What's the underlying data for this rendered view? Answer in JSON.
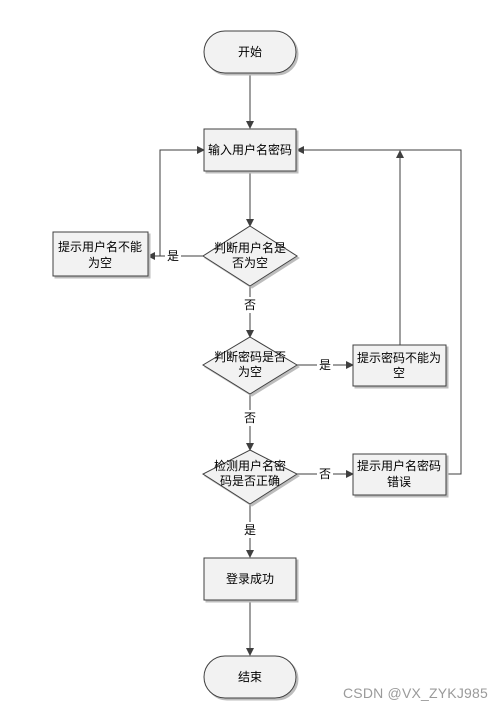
{
  "nodes": {
    "start": {
      "lines": [
        "开始"
      ]
    },
    "input": {
      "lines": [
        "输入用户名密码"
      ]
    },
    "check_user_empty": {
      "lines": [
        "判断用户名是",
        "否为空"
      ]
    },
    "prompt_user_empty": {
      "lines": [
        "提示用户名不能",
        "为空"
      ]
    },
    "check_pwd_empty": {
      "lines": [
        "判断密码是否",
        "为空"
      ]
    },
    "prompt_pwd_empty": {
      "lines": [
        "提示密码不能为",
        "空"
      ]
    },
    "check_correct": {
      "lines": [
        "检测用户名密",
        "码是否正确"
      ]
    },
    "prompt_wrong": {
      "lines": [
        "提示用户名密码",
        "错误"
      ]
    },
    "login_success": {
      "lines": [
        "登录成功"
      ]
    },
    "end": {
      "lines": [
        "结束"
      ]
    }
  },
  "edge_labels": {
    "user_empty_yes": "是",
    "user_empty_no": "否",
    "pwd_empty_yes": "是",
    "pwd_empty_no": "否",
    "correct_no": "否",
    "correct_yes": "是"
  },
  "colors": {
    "node_fill": "#f2f2f2",
    "stroke": "#3f3f3f"
  },
  "watermark": "CSDN @VX_ZYKJ985"
}
